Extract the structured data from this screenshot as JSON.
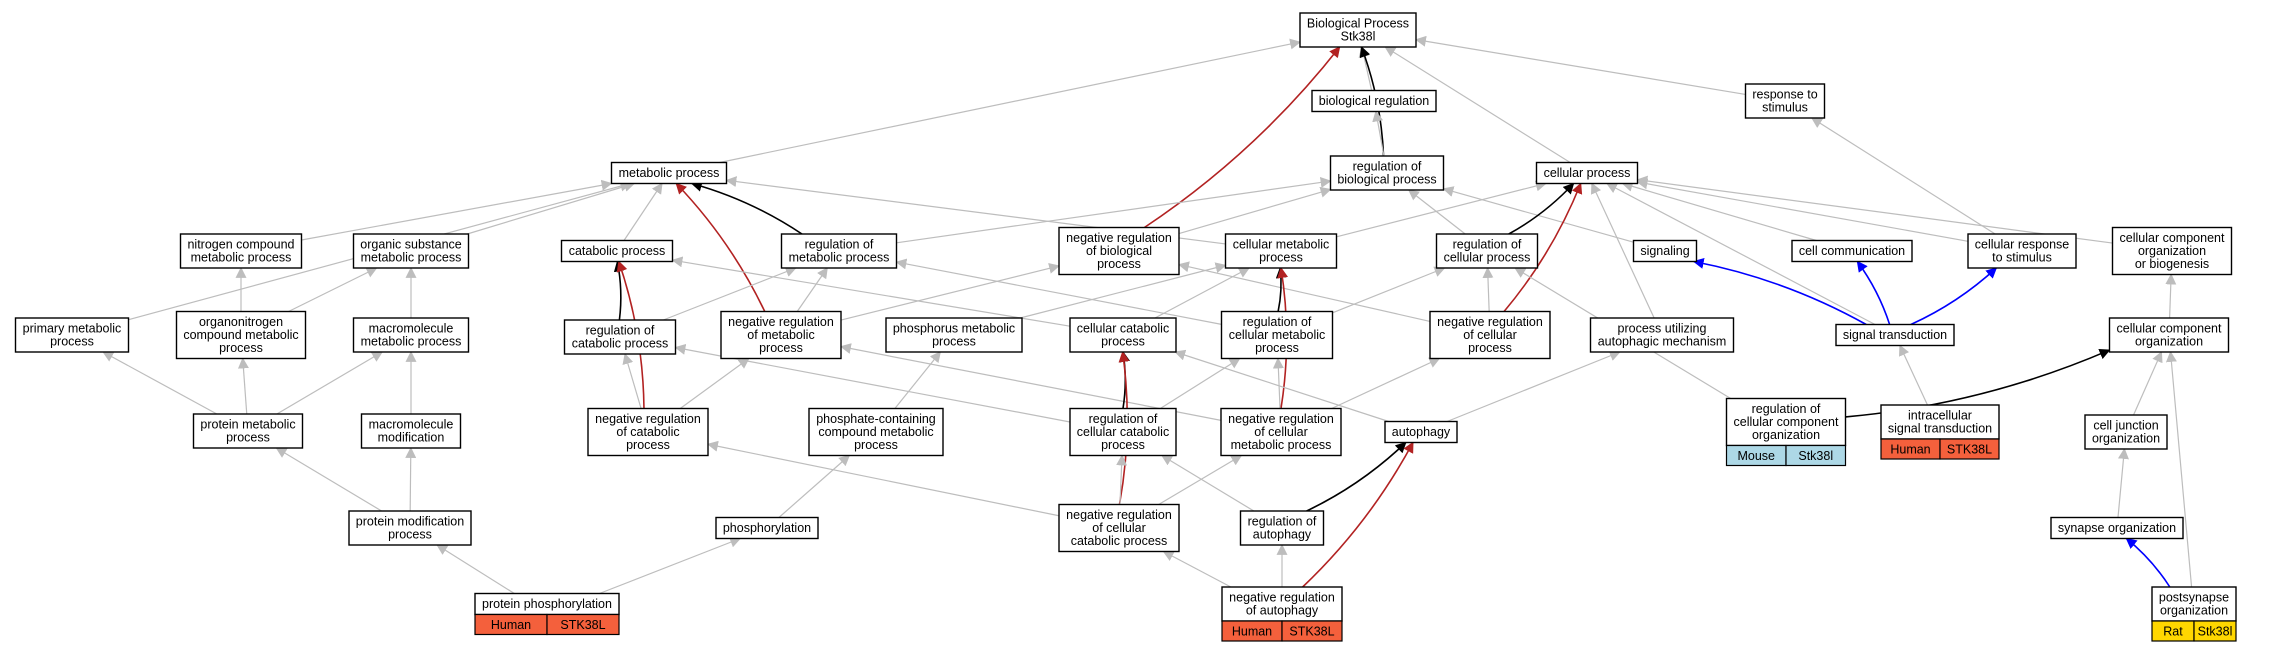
{
  "colors": {
    "is_a": "#bdbdbd",
    "part_of": "#000000",
    "negatively_regulates": "#b22222",
    "positively_regulates": "#0000ff",
    "human": "#f4603c",
    "mouse": "#add8e6",
    "rat": "#ffd700"
  },
  "nodes": [
    {
      "id": "bp",
      "lines": [
        "Biological Process",
        "Stk38l"
      ]
    },
    {
      "id": "bioreg",
      "lines": [
        "biological regulation"
      ]
    },
    {
      "id": "resp",
      "lines": [
        "response to",
        "stimulus"
      ]
    },
    {
      "id": "met",
      "lines": [
        "metabolic process"
      ]
    },
    {
      "id": "regbio",
      "lines": [
        "regulation of",
        "biological process"
      ]
    },
    {
      "id": "cellproc",
      "lines": [
        "cellular process"
      ]
    },
    {
      "id": "nitro",
      "lines": [
        "nitrogen compound",
        "metabolic process"
      ]
    },
    {
      "id": "orgsub",
      "lines": [
        "organic substance",
        "metabolic process"
      ]
    },
    {
      "id": "catab",
      "lines": [
        "catabolic process"
      ]
    },
    {
      "id": "regmet",
      "lines": [
        "regulation of",
        "metabolic process"
      ]
    },
    {
      "id": "negregbio",
      "lines": [
        "negative regulation",
        "of biological",
        "process"
      ]
    },
    {
      "id": "cellmet",
      "lines": [
        "cellular metabolic",
        "process"
      ]
    },
    {
      "id": "regcell",
      "lines": [
        "regulation of",
        "cellular process"
      ]
    },
    {
      "id": "signaling",
      "lines": [
        "signaling"
      ]
    },
    {
      "id": "cellcomm",
      "lines": [
        "cell communication"
      ]
    },
    {
      "id": "cellresp",
      "lines": [
        "cellular response",
        "to stimulus"
      ]
    },
    {
      "id": "ccorgbio",
      "lines": [
        "cellular component",
        "organization",
        "or biogenesis"
      ]
    },
    {
      "id": "primmet",
      "lines": [
        "primary metabolic",
        "process"
      ]
    },
    {
      "id": "orgnitro",
      "lines": [
        "organonitrogen",
        "compound metabolic",
        "process"
      ]
    },
    {
      "id": "macromet",
      "lines": [
        "macromolecule",
        "metabolic process"
      ]
    },
    {
      "id": "regcatab",
      "lines": [
        "regulation of",
        "catabolic process"
      ]
    },
    {
      "id": "negregmet",
      "lines": [
        "negative regulation",
        "of metabolic",
        "process"
      ]
    },
    {
      "id": "phosmet",
      "lines": [
        "phosphorus metabolic",
        "process"
      ]
    },
    {
      "id": "cellcatab",
      "lines": [
        "cellular catabolic",
        "process"
      ]
    },
    {
      "id": "regcellmet",
      "lines": [
        "regulation of",
        "cellular metabolic",
        "process"
      ]
    },
    {
      "id": "negregcell",
      "lines": [
        "negative regulation",
        "of cellular",
        "process"
      ]
    },
    {
      "id": "procauto",
      "lines": [
        "process utilizing",
        "autophagic mechanism"
      ]
    },
    {
      "id": "sigtrans",
      "lines": [
        "signal transduction"
      ]
    },
    {
      "id": "ccorg",
      "lines": [
        "cellular component",
        "organization"
      ]
    },
    {
      "id": "protmet",
      "lines": [
        "protein metabolic",
        "process"
      ]
    },
    {
      "id": "macromod",
      "lines": [
        "macromolecule",
        "modification"
      ]
    },
    {
      "id": "negregcatab",
      "lines": [
        "negative regulation",
        "of catabolic",
        "process"
      ]
    },
    {
      "id": "phoscont",
      "lines": [
        "phosphate-containing",
        "compound metabolic",
        "process"
      ]
    },
    {
      "id": "regcellcatab",
      "lines": [
        "regulation of",
        "cellular catabolic",
        "process"
      ]
    },
    {
      "id": "negregcellmet",
      "lines": [
        "negative regulation",
        "of cellular",
        "metabolic process"
      ]
    },
    {
      "id": "autophagy",
      "lines": [
        "autophagy"
      ]
    },
    {
      "id": "regccorg",
      "lines": [
        "regulation of",
        "cellular component",
        "organization"
      ],
      "tag": [
        "Mouse",
        "Stk38l"
      ],
      "tagColor": "mouse"
    },
    {
      "id": "intrasig",
      "lines": [
        "intracellular",
        "signal transduction"
      ],
      "tag": [
        "Human",
        "STK38L"
      ],
      "tagColor": "human"
    },
    {
      "id": "celljunc",
      "lines": [
        "cell junction",
        "organization"
      ]
    },
    {
      "id": "protmod",
      "lines": [
        "protein modification",
        "process"
      ]
    },
    {
      "id": "phosph",
      "lines": [
        "phosphorylation"
      ]
    },
    {
      "id": "negregcellcatab",
      "lines": [
        "negative regulation",
        "of cellular",
        "catabolic process"
      ]
    },
    {
      "id": "regauto",
      "lines": [
        "regulation of",
        "autophagy"
      ]
    },
    {
      "id": "synorg",
      "lines": [
        "synapse organization"
      ]
    },
    {
      "id": "protphos",
      "lines": [
        "protein phosphorylation"
      ],
      "tag": [
        "Human",
        "STK38L"
      ],
      "tagColor": "human"
    },
    {
      "id": "negregauto",
      "lines": [
        "negative regulation",
        "of autophagy"
      ],
      "tag": [
        "Human",
        "STK38L"
      ],
      "tagColor": "human"
    },
    {
      "id": "postsyn",
      "lines": [
        "postsynapse",
        "organization"
      ],
      "tag": [
        "Rat",
        "Stk38l"
      ],
      "tagColor": "rat"
    }
  ],
  "edges": [
    {
      "from": "bioreg",
      "to": "bp",
      "type": "is_a"
    },
    {
      "from": "resp",
      "to": "bp",
      "type": "is_a"
    },
    {
      "from": "met",
      "to": "bp",
      "type": "is_a"
    },
    {
      "from": "cellproc",
      "to": "bp",
      "type": "is_a"
    },
    {
      "from": "regbio",
      "to": "bp",
      "type": "part_of"
    },
    {
      "from": "negregbio",
      "to": "bp",
      "type": "negatively_regulates"
    },
    {
      "from": "regbio",
      "to": "bioreg",
      "type": "is_a"
    },
    {
      "from": "nitro",
      "to": "met",
      "type": "is_a"
    },
    {
      "from": "orgsub",
      "to": "met",
      "type": "is_a"
    },
    {
      "from": "catab",
      "to": "met",
      "type": "is_a"
    },
    {
      "from": "primmet",
      "to": "met",
      "type": "is_a"
    },
    {
      "from": "cellmet",
      "to": "met",
      "type": "is_a"
    },
    {
      "from": "regmet",
      "to": "met",
      "type": "part_of"
    },
    {
      "from": "negregmet",
      "to": "met",
      "type": "negatively_regulates"
    },
    {
      "from": "regmet",
      "to": "regbio",
      "type": "is_a"
    },
    {
      "from": "negregbio",
      "to": "regbio",
      "type": "is_a"
    },
    {
      "from": "regcell",
      "to": "regbio",
      "type": "is_a"
    },
    {
      "from": "signaling",
      "to": "regbio",
      "type": "is_a"
    },
    {
      "from": "cellmet",
      "to": "cellproc",
      "type": "is_a"
    },
    {
      "from": "regcell",
      "to": "cellproc",
      "type": "part_of"
    },
    {
      "from": "negregcell",
      "to": "cellproc",
      "type": "negatively_regulates"
    },
    {
      "from": "procauto",
      "to": "cellproc",
      "type": "is_a"
    },
    {
      "from": "cellcomm",
      "to": "cellproc",
      "type": "is_a"
    },
    {
      "from": "cellresp",
      "to": "cellproc",
      "type": "is_a"
    },
    {
      "from": "ccorgbio",
      "to": "cellproc",
      "type": "is_a"
    },
    {
      "from": "sigtrans",
      "to": "cellproc",
      "type": "is_a"
    },
    {
      "from": "cellresp",
      "to": "resp",
      "type": "is_a"
    },
    {
      "from": "orgnitro",
      "to": "nitro",
      "type": "is_a"
    },
    {
      "from": "orgnitro",
      "to": "orgsub",
      "type": "is_a"
    },
    {
      "from": "macromet",
      "to": "orgsub",
      "type": "is_a"
    },
    {
      "from": "regcatab",
      "to": "catab",
      "type": "part_of"
    },
    {
      "from": "negregcatab",
      "to": "catab",
      "type": "negatively_regulates"
    },
    {
      "from": "cellcatab",
      "to": "catab",
      "type": "is_a"
    },
    {
      "from": "negregmet",
      "to": "regmet",
      "type": "is_a"
    },
    {
      "from": "regcatab",
      "to": "regmet",
      "type": "is_a"
    },
    {
      "from": "regcellmet",
      "to": "regmet",
      "type": "is_a"
    },
    {
      "from": "negregmet",
      "to": "negregbio",
      "type": "is_a"
    },
    {
      "from": "negregcell",
      "to": "negregbio",
      "type": "is_a"
    },
    {
      "from": "regcellmet",
      "to": "cellmet",
      "type": "part_of"
    },
    {
      "from": "negregcellmet",
      "to": "cellmet",
      "type": "negatively_regulates"
    },
    {
      "from": "phosmet",
      "to": "cellmet",
      "type": "is_a"
    },
    {
      "from": "cellcatab",
      "to": "cellmet",
      "type": "is_a"
    },
    {
      "from": "regcellmet",
      "to": "regcell",
      "type": "is_a"
    },
    {
      "from": "negregcell",
      "to": "regcell",
      "type": "is_a"
    },
    {
      "from": "regccorg",
      "to": "regcell",
      "type": "is_a"
    },
    {
      "from": "sigtrans",
      "to": "signaling",
      "type": "positively_regulates"
    },
    {
      "from": "sigtrans",
      "to": "cellcomm",
      "type": "positively_regulates"
    },
    {
      "from": "sigtrans",
      "to": "cellresp",
      "type": "positively_regulates"
    },
    {
      "from": "ccorg",
      "to": "ccorgbio",
      "type": "is_a"
    },
    {
      "from": "protmet",
      "to": "primmet",
      "type": "is_a"
    },
    {
      "from": "protmet",
      "to": "orgnitro",
      "type": "is_a"
    },
    {
      "from": "protmet",
      "to": "macromet",
      "type": "is_a"
    },
    {
      "from": "macromod",
      "to": "macromet",
      "type": "is_a"
    },
    {
      "from": "negregcatab",
      "to": "regcatab",
      "type": "is_a"
    },
    {
      "from": "negregcatab",
      "to": "negregmet",
      "type": "is_a"
    },
    {
      "from": "regcellcatab",
      "to": "regcatab",
      "type": "is_a"
    },
    {
      "from": "negregcellmet",
      "to": "negregmet",
      "type": "is_a"
    },
    {
      "from": "phoscont",
      "to": "phosmet",
      "type": "is_a"
    },
    {
      "from": "regcellcatab",
      "to": "cellcatab",
      "type": "part_of"
    },
    {
      "from": "negregcellcatab",
      "to": "cellcatab",
      "type": "negatively_regulates"
    },
    {
      "from": "autophagy",
      "to": "cellcatab",
      "type": "is_a"
    },
    {
      "from": "regcellcatab",
      "to": "regcellmet",
      "type": "is_a"
    },
    {
      "from": "negregcellmet",
      "to": "regcellmet",
      "type": "is_a"
    },
    {
      "from": "negregcellmet",
      "to": "negregcell",
      "type": "is_a"
    },
    {
      "from": "autophagy",
      "to": "procauto",
      "type": "is_a"
    },
    {
      "from": "intrasig",
      "to": "sigtrans",
      "type": "is_a"
    },
    {
      "from": "regccorg",
      "to": "ccorg",
      "type": "part_of"
    },
    {
      "from": "celljunc",
      "to": "ccorg",
      "type": "is_a"
    },
    {
      "from": "postsyn",
      "to": "ccorg",
      "type": "is_a"
    },
    {
      "from": "protmod",
      "to": "protmet",
      "type": "is_a"
    },
    {
      "from": "protmod",
      "to": "macromod",
      "type": "is_a"
    },
    {
      "from": "negregcellcatab",
      "to": "negregcatab",
      "type": "is_a"
    },
    {
      "from": "phosph",
      "to": "phoscont",
      "type": "is_a"
    },
    {
      "from": "negregcellcatab",
      "to": "regcellcatab",
      "type": "is_a"
    },
    {
      "from": "negregcellcatab",
      "to": "negregcellmet",
      "type": "is_a"
    },
    {
      "from": "regauto",
      "to": "regcellcatab",
      "type": "is_a"
    },
    {
      "from": "regauto",
      "to": "autophagy",
      "type": "part_of"
    },
    {
      "from": "negregauto",
      "to": "autophagy",
      "type": "negatively_regulates"
    },
    {
      "from": "negregauto",
      "to": "regauto",
      "type": "is_a"
    },
    {
      "from": "negregauto",
      "to": "negregcellcatab",
      "type": "is_a"
    },
    {
      "from": "synorg",
      "to": "celljunc",
      "type": "is_a"
    },
    {
      "from": "postsyn",
      "to": "synorg",
      "type": "positively_regulates"
    },
    {
      "from": "protphos",
      "to": "protmod",
      "type": "is_a"
    },
    {
      "from": "protphos",
      "to": "phosph",
      "type": "is_a"
    }
  ]
}
